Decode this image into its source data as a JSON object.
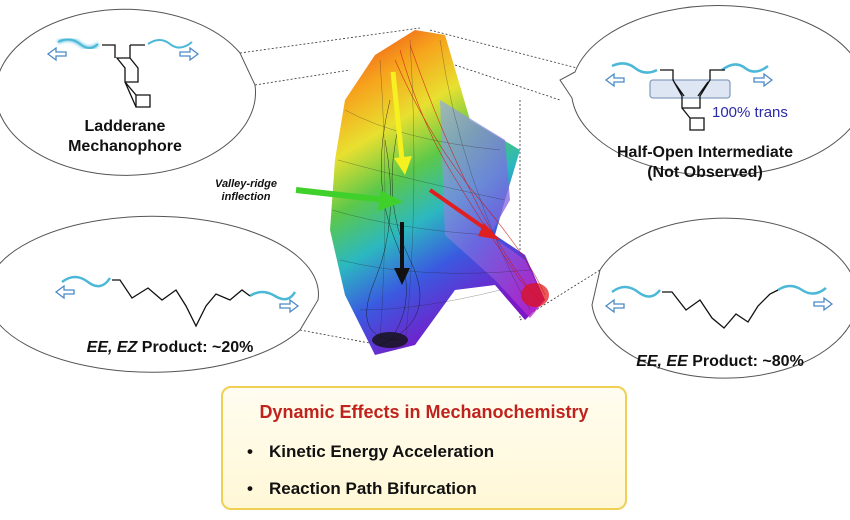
{
  "top_left": {
    "label_line1": "Ladderane",
    "label_line2": "Mechanophore"
  },
  "top_right": {
    "label_line1": "Half-Open Intermediate",
    "label_line2": "(Not Observed)",
    "annotation": "100% trans"
  },
  "center": {
    "annotation_line1": "Valley-ridge",
    "annotation_line2": "inflection"
  },
  "bottom_left": {
    "label_prefix": "EE, EZ",
    "label_suffix": " Product: ~20%"
  },
  "bottom_right": {
    "label_prefix": "EE, EE",
    "label_suffix": " Product: ~80%"
  },
  "summary": {
    "title": "Dynamic Effects in Mechanochemistry",
    "bullets": [
      "Kinetic Energy Acceleration",
      "Reaction Path Bifurcation"
    ]
  },
  "colors": {
    "title": "#c0231e",
    "trans": "#2a2aa8",
    "box_border": "#f0cf55",
    "polymer": "#4bb8d8"
  }
}
